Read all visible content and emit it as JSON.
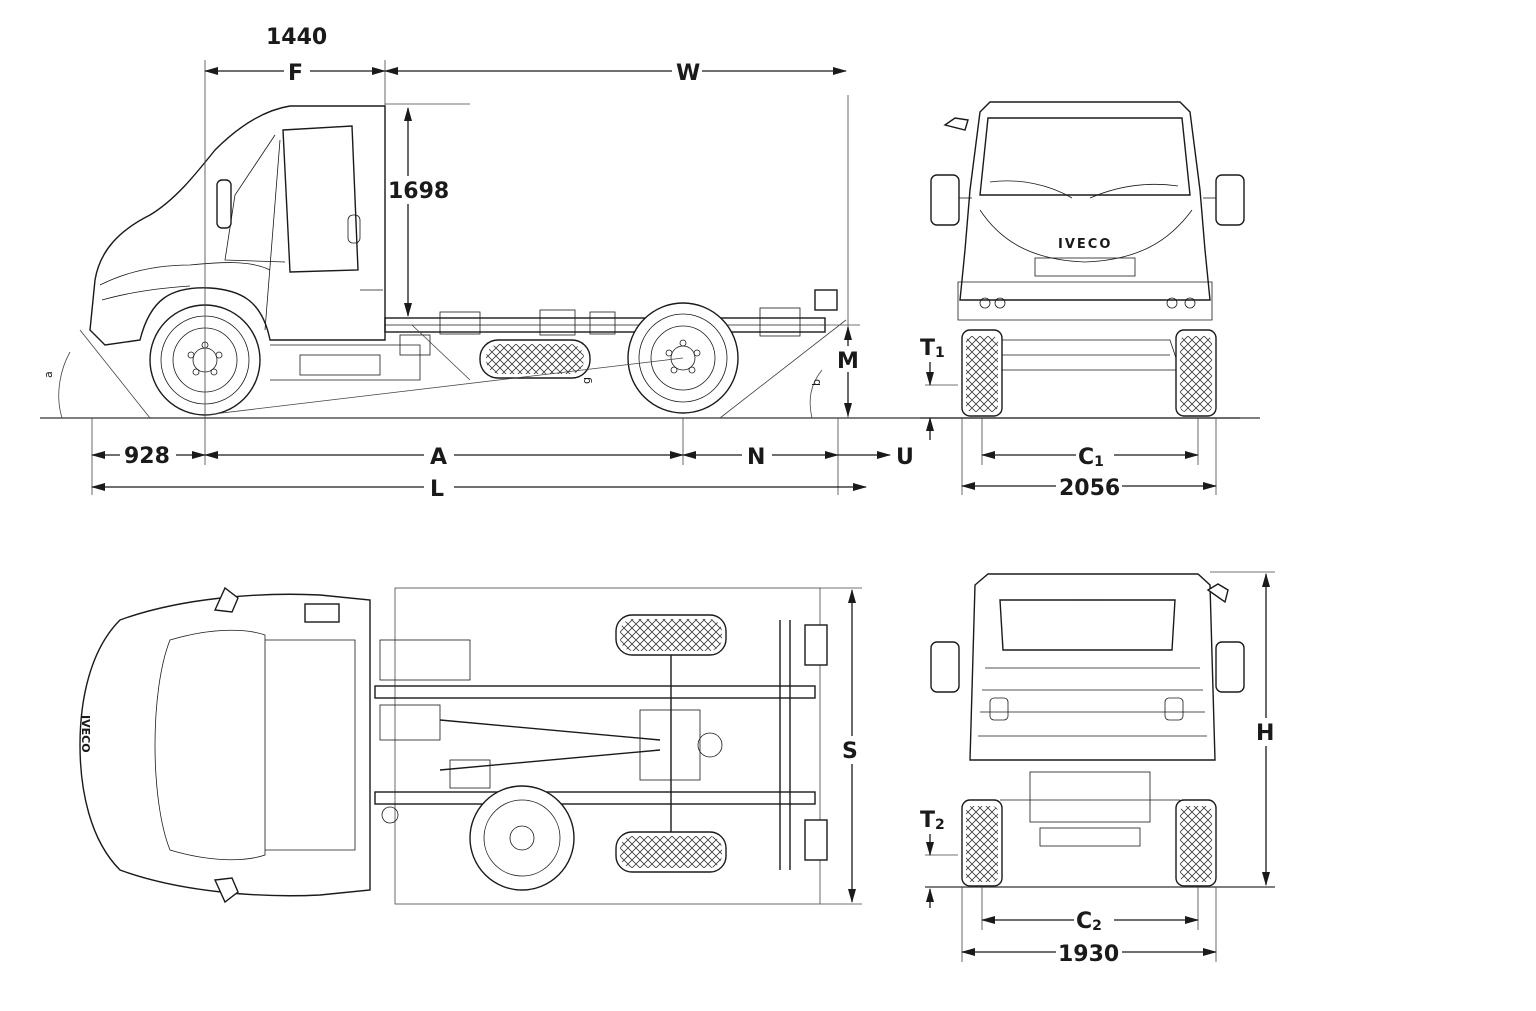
{
  "dimensions": {
    "cab_length_value": "1440",
    "front_overhang_value": "928",
    "cab_height_value": "1698",
    "front_track_width_value": "2056",
    "rear_track_width_value": "1930"
  },
  "labels": {
    "F": "F",
    "W": "W",
    "A": "A",
    "L": "L",
    "N": "N",
    "U": "U",
    "M": "M",
    "S": "S",
    "H": "H",
    "T1": "T",
    "T1_sub": "1",
    "T2": "T",
    "T2_sub": "2",
    "C1": "C",
    "C1_sub": "1",
    "C2": "C",
    "C2_sub": "2",
    "angle_a": "a",
    "angle_b": "b",
    "angle_g": "g"
  },
  "views": {
    "side": "side-view",
    "front": "front-view",
    "top": "top-view",
    "rear": "rear-view"
  },
  "branding": {
    "grille_logo": "IVECO"
  }
}
